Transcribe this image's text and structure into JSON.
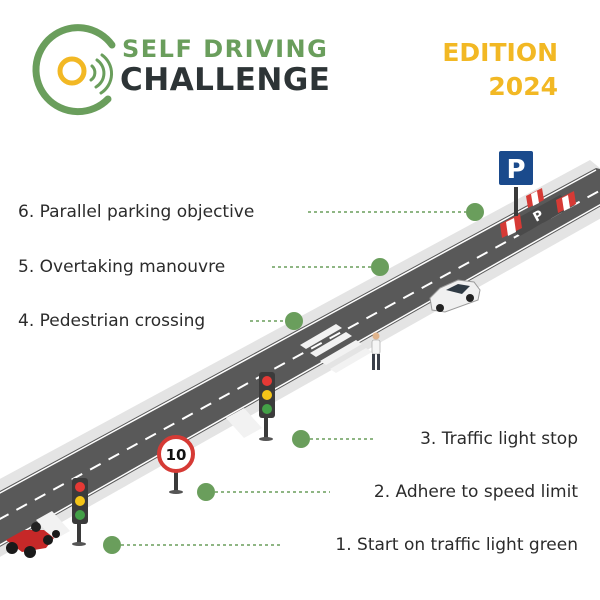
{
  "logo": {
    "line1": "SELF DRIVING",
    "line2": "CHALLENGE"
  },
  "edition": {
    "line1": "EDITION",
    "line2": "2024"
  },
  "signs": {
    "parking": "P",
    "road_marking": "P",
    "speed_limit": "10"
  },
  "objectives": [
    {
      "number": 1,
      "text": "1. Start on traffic light green"
    },
    {
      "number": 2,
      "text": "2. Adhere to speed limit"
    },
    {
      "number": 3,
      "text": "3. Traffic light stop"
    },
    {
      "number": 4,
      "text": "4. Pedestrian crossing"
    },
    {
      "number": 5,
      "text": "5. Overtaking manouvre"
    },
    {
      "number": 6,
      "text": "6. Parallel parking objective"
    }
  ],
  "colors": {
    "brand_green": "#6a9e5c",
    "brand_dark": "#2d3436",
    "edition_yellow": "#f2b824",
    "road": "#595959",
    "sign_blue": "#1a4a8c",
    "barrier_red": "#d63a35",
    "light_red": "#e53935",
    "light_yellow": "#f5c518",
    "light_green": "#43a047"
  },
  "icons": [
    "logo-signal-icon",
    "parking-sign-icon",
    "speed-limit-sign-icon",
    "traffic-light-icon",
    "car-icon",
    "go-kart-icon",
    "pedestrian-icon",
    "barrier-icon"
  ]
}
